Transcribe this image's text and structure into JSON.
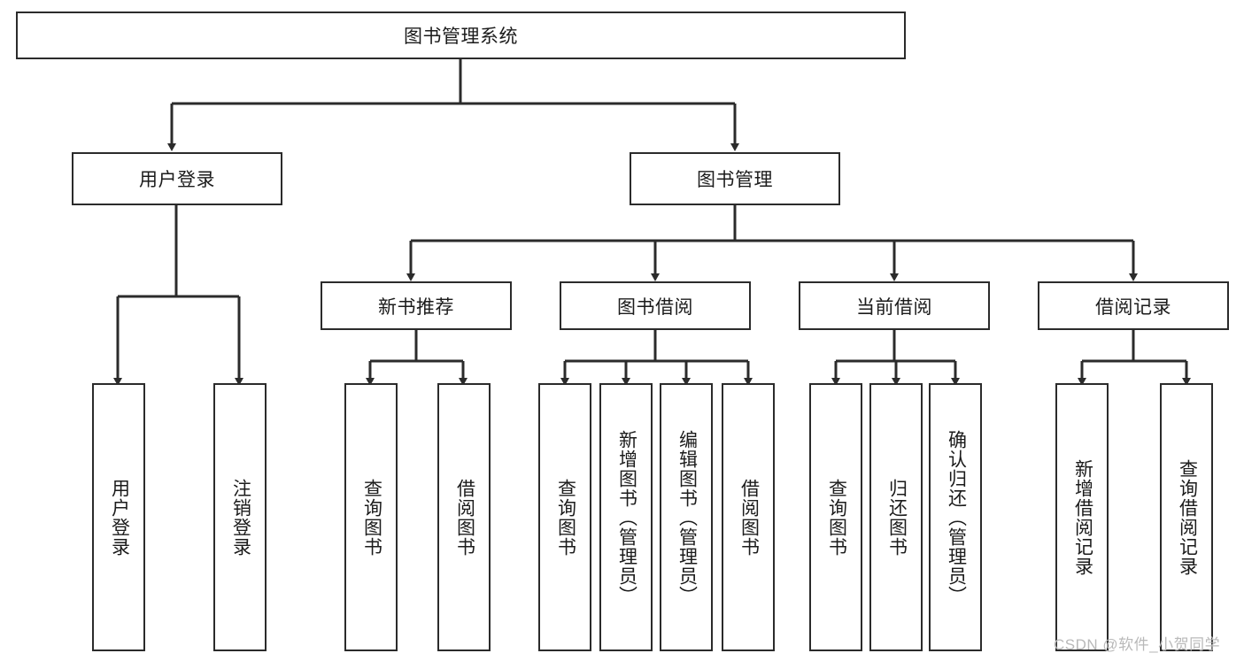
{
  "diagram": {
    "type": "tree-hierarchy-chart",
    "title": "图书管理系统",
    "watermark": "CSDN @软件_小贺同学",
    "colors": {
      "stroke": "#2b2b2b",
      "fill": "#ffffff",
      "text": "#1b1b1b",
      "watermark": "#b9b9b9"
    },
    "nodes": {
      "root": {
        "label": "图书管理系统",
        "level": 1
      },
      "user_login": {
        "label": "用户登录",
        "level": 2
      },
      "book_manage": {
        "label": "图书管理",
        "level": 2
      },
      "new_book_rec": {
        "label": "新书推荐",
        "level": 3
      },
      "book_borrow": {
        "label": "图书借阅",
        "level": 3
      },
      "current_borrow": {
        "label": "当前借阅",
        "level": 3
      },
      "borrow_record": {
        "label": "借阅记录",
        "level": 3
      },
      "leaf_user_login": {
        "label": "用户登录",
        "level": 4
      },
      "leaf_logout": {
        "label": "注销登录",
        "level": 4
      },
      "leaf_query_book_1": {
        "label": "查询图书",
        "level": 4
      },
      "leaf_borrow_book_1": {
        "label": "借阅图书",
        "level": 4
      },
      "leaf_query_book_2": {
        "label": "查询图书",
        "level": 4
      },
      "leaf_add_book": {
        "label": "新增图书（管理员）",
        "level": 4
      },
      "leaf_edit_book": {
        "label": "编辑图书（管理员）",
        "level": 4
      },
      "leaf_borrow_book_2": {
        "label": "借阅图书",
        "level": 4
      },
      "leaf_query_book_3": {
        "label": "查询图书",
        "level": 4
      },
      "leaf_return_book": {
        "label": "归还图书",
        "level": 4
      },
      "leaf_confirm_return": {
        "label": "确认归还（管理员）",
        "level": 4
      },
      "leaf_add_record": {
        "label": "新增借阅记录",
        "level": 4
      },
      "leaf_query_record": {
        "label": "查询借阅记录",
        "level": 4
      }
    },
    "edges": [
      {
        "from": "root",
        "to": "user_login"
      },
      {
        "from": "root",
        "to": "book_manage"
      },
      {
        "from": "user_login",
        "to": "leaf_user_login"
      },
      {
        "from": "user_login",
        "to": "leaf_logout"
      },
      {
        "from": "book_manage",
        "to": "new_book_rec"
      },
      {
        "from": "book_manage",
        "to": "book_borrow"
      },
      {
        "from": "book_manage",
        "to": "current_borrow"
      },
      {
        "from": "book_manage",
        "to": "borrow_record"
      },
      {
        "from": "new_book_rec",
        "to": "leaf_query_book_1"
      },
      {
        "from": "new_book_rec",
        "to": "leaf_borrow_book_1"
      },
      {
        "from": "book_borrow",
        "to": "leaf_query_book_2"
      },
      {
        "from": "book_borrow",
        "to": "leaf_add_book"
      },
      {
        "from": "book_borrow",
        "to": "leaf_edit_book"
      },
      {
        "from": "book_borrow",
        "to": "leaf_borrow_book_2"
      },
      {
        "from": "current_borrow",
        "to": "leaf_query_book_3"
      },
      {
        "from": "current_borrow",
        "to": "leaf_return_book"
      },
      {
        "from": "current_borrow",
        "to": "leaf_confirm_return"
      },
      {
        "from": "borrow_record",
        "to": "leaf_add_record"
      },
      {
        "from": "borrow_record",
        "to": "leaf_query_record"
      }
    ]
  }
}
